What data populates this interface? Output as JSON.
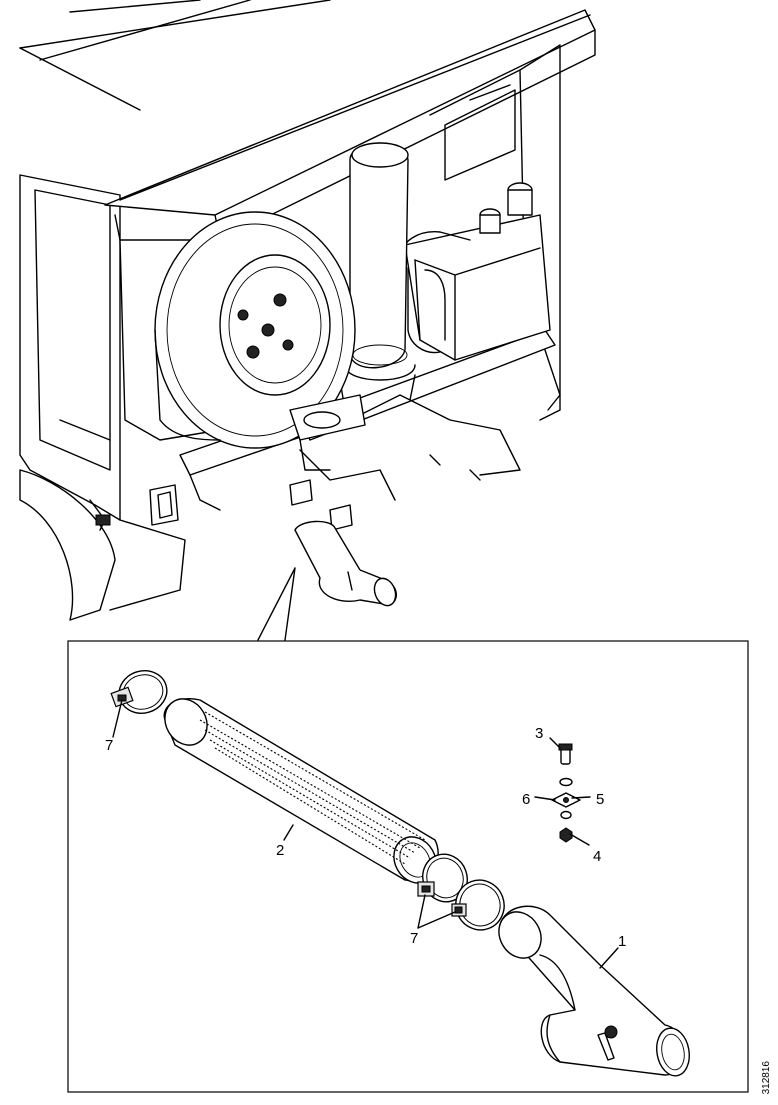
{
  "diagram": {
    "callouts": [
      {
        "id": "c1",
        "label": "1"
      },
      {
        "id": "c2",
        "label": "2"
      },
      {
        "id": "c3",
        "label": "3"
      },
      {
        "id": "c4",
        "label": "4"
      },
      {
        "id": "c5",
        "label": "5"
      },
      {
        "id": "c6",
        "label": "6"
      },
      {
        "id": "c7a",
        "label": "7"
      },
      {
        "id": "c7b",
        "label": "7"
      }
    ],
    "reference_number": "312816"
  }
}
